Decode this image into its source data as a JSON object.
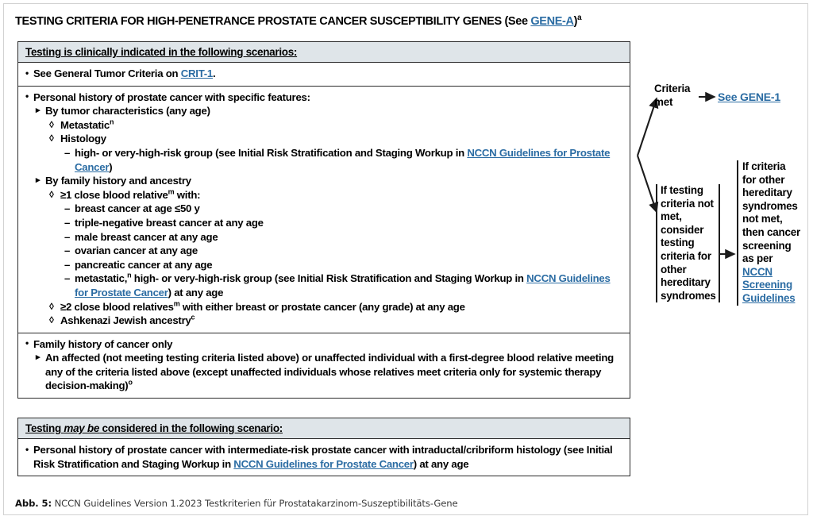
{
  "title": {
    "prefix": "TESTING CRITERIA FOR HIGH-PENETRANCE PROSTATE CANCER SUSCEPTIBILITY GENES (See ",
    "link": "GENE-A",
    "suffix": ")",
    "superscript": "a"
  },
  "colors": {
    "link": "#2b6ca3",
    "header_bg": "#dfe5e9",
    "border": "#2b2b2b",
    "page_border": "#d2d2d2"
  },
  "box_indicated": {
    "header": "Testing is clinically indicated in the following scenarios:",
    "row_general": {
      "marker": "•",
      "pre": "See General Tumor Criteria on ",
      "link": "CRIT-1",
      "post": "."
    },
    "personal_history": {
      "heading": "Personal history of prostate cancer with specific features:",
      "tumor_characteristics": {
        "heading": "By tumor characteristics (any age)",
        "metastatic": "Metastatic",
        "metastatic_sup": "n",
        "histology": "Histology",
        "histology_detail_pre": "high- or very-high-risk group (see Initial Risk Stratification and Staging Workup in ",
        "histology_detail_link": "NCCN Guidelines for Prostate Cancer",
        "histology_detail_post": ")"
      },
      "family_history": {
        "heading": "By family history and ancestry",
        "one_relative_pre": "≥1 close blood relative",
        "one_relative_sup": "m",
        "one_relative_post": " with:",
        "relatives_list": [
          "breast cancer at age ≤50 y",
          "triple-negative breast cancer at any age",
          "male breast cancer at any age",
          "ovarian cancer at any age",
          "pancreatic cancer at any age"
        ],
        "metastatic_item_pre": "metastatic,",
        "metastatic_item_sup": "n",
        "metastatic_item_mid": " high- or very-high-risk group (see Initial Risk Stratification and Staging Workup in ",
        "metastatic_item_link": "NCCN Guidelines for Prostate Cancer",
        "metastatic_item_post": ") at any age",
        "two_relatives_pre": "≥2 close blood relatives",
        "two_relatives_sup": "m",
        "two_relatives_post": " with either breast or prostate cancer (any grade) at any age",
        "ashkenazi_pre": "Ashkenazi Jewish ancestry",
        "ashkenazi_sup": "c"
      }
    },
    "family_history_only": {
      "heading": "Family history of cancer only",
      "detail_pre": "An affected (not meeting testing criteria listed above) or unaffected individual with a first-degree blood relative meeting any of the criteria listed above (except unaffected individuals whose relatives meet criteria only for systemic therapy decision-making)",
      "detail_sup": "o"
    }
  },
  "box_considered": {
    "header_pre": "Testing ",
    "header_em": "may be",
    "header_post": " considered in the following scenario:",
    "item_pre": "Personal history of prostate cancer with intermediate-risk prostate cancer with intraductal/cribriform histology (see Initial Risk Stratification and Staging Workup in ",
    "item_link": "NCCN Guidelines for Prostate Cancer",
    "item_post": ") at any age"
  },
  "flow": {
    "criteria_met": "Criteria met",
    "see_gene_1": "See GENE-1",
    "if_testing_not_met": "If testing criteria not met, consider testing criteria for other hereditary syndromes",
    "if_other_pre": "If criteria for other hereditary syndromes not met, then cancer screening as per ",
    "if_other_link": "NCCN Screening Guidelines"
  },
  "caption": {
    "label": "Abb. 5:",
    "text": " NCCN Guidelines Version 1.2023 Testkriterien für Prostatakarzinom-Suszeptibilitäts-Gene"
  }
}
